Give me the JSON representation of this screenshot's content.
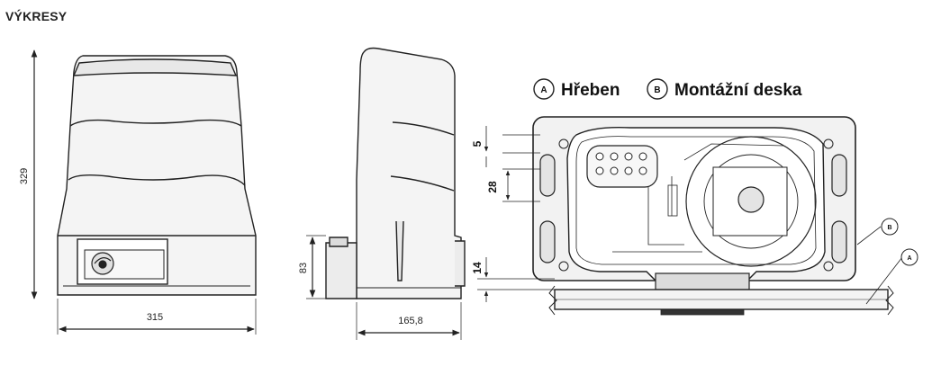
{
  "title": "VÝKRESY",
  "dimensions": {
    "front_height": "329",
    "front_width": "315",
    "side_height": "83",
    "side_depth": "165,8",
    "plate_offset_top": "5",
    "plate_spacing": "28",
    "rack_height": "14"
  },
  "legend": {
    "a_badge": "A",
    "a_label": "Hřeben",
    "b_badge": "B",
    "b_label": "Montážní deska"
  },
  "callouts": {
    "a": "A",
    "b": "B"
  }
}
